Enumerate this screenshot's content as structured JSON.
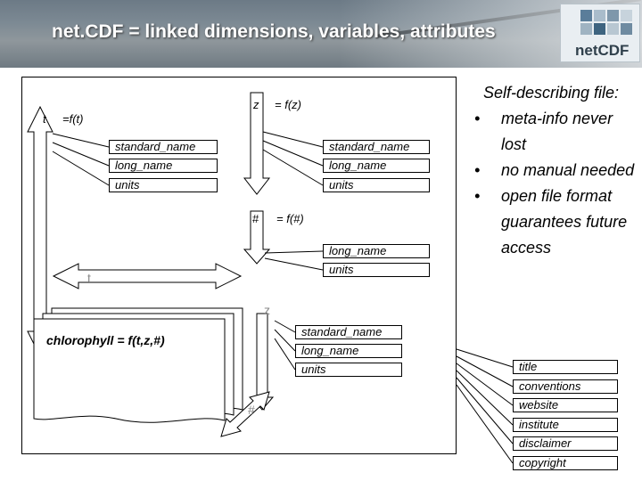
{
  "header": {
    "title": "net.CDF = linked dimensions, variables, attributes",
    "logo_text": "netCDF"
  },
  "dims": {
    "t": {
      "name": "t",
      "func": "=f(t)",
      "attrs": [
        "standard_name",
        "long_name",
        "units"
      ]
    },
    "z": {
      "name": "z",
      "func": "= f(z)",
      "attrs": [
        "standard_name",
        "long_name",
        "units"
      ]
    },
    "hash": {
      "name": "#",
      "func": "= f(#)",
      "attrs": [
        "long_name",
        "units"
      ]
    }
  },
  "variable": {
    "label": "chlorophyll = f(t,z,#)",
    "dim_t": "t",
    "dim_z": "z",
    "dim_hash": "#",
    "attrs": [
      "standard_name",
      "long_name",
      "units"
    ]
  },
  "global_attrs": [
    "title",
    "conventions",
    "website",
    "institute",
    "disclaimer",
    "copyright"
  ],
  "sidebar": {
    "heading": "Self-describing file:",
    "items": [
      {
        "bullet": "•",
        "text": "meta-info never lost"
      },
      {
        "bullet": "•",
        "text": "no manual needed"
      },
      {
        "bullet": "•",
        "text": "open file format guarantees future access"
      }
    ]
  }
}
